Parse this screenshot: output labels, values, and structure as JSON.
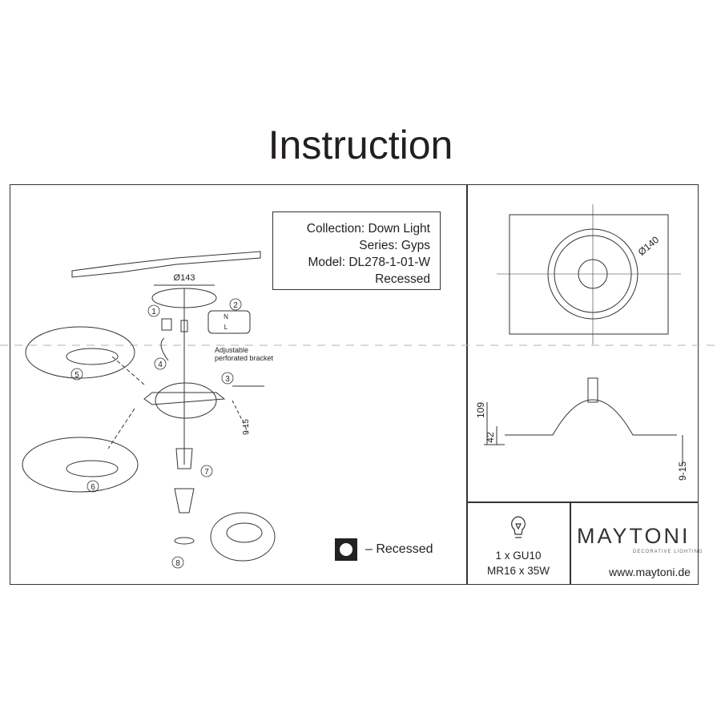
{
  "title": "Instruction",
  "info": {
    "collection": "Collection: Down Light",
    "series": "Series: Gyps",
    "model": "Model: DL278-1-01-W",
    "mount": "Recessed"
  },
  "diagram": {
    "diameter_cutout": "Ø143",
    "steps": [
      "1",
      "2",
      "3",
      "4",
      "5",
      "6",
      "7",
      "8"
    ],
    "wire_labels": [
      "N",
      "L"
    ],
    "bracket_label": "Adjustable perforated bracket",
    "ceiling_thickness": "9-15"
  },
  "legend": {
    "label": "– Recessed"
  },
  "dimensions": {
    "diameter": "Ø140",
    "height": "109",
    "depth": "42",
    "ceiling": "9-15"
  },
  "lamp": {
    "line1": "1 x GU10",
    "line2": "MR16 x 35W"
  },
  "brand": {
    "name": "MAYTONI",
    "tagline": "DECORATIVE LIGHTING",
    "url": "www.maytoni.de"
  },
  "colors": {
    "guide_line": "#d9a0b8",
    "ink": "#231f20"
  }
}
